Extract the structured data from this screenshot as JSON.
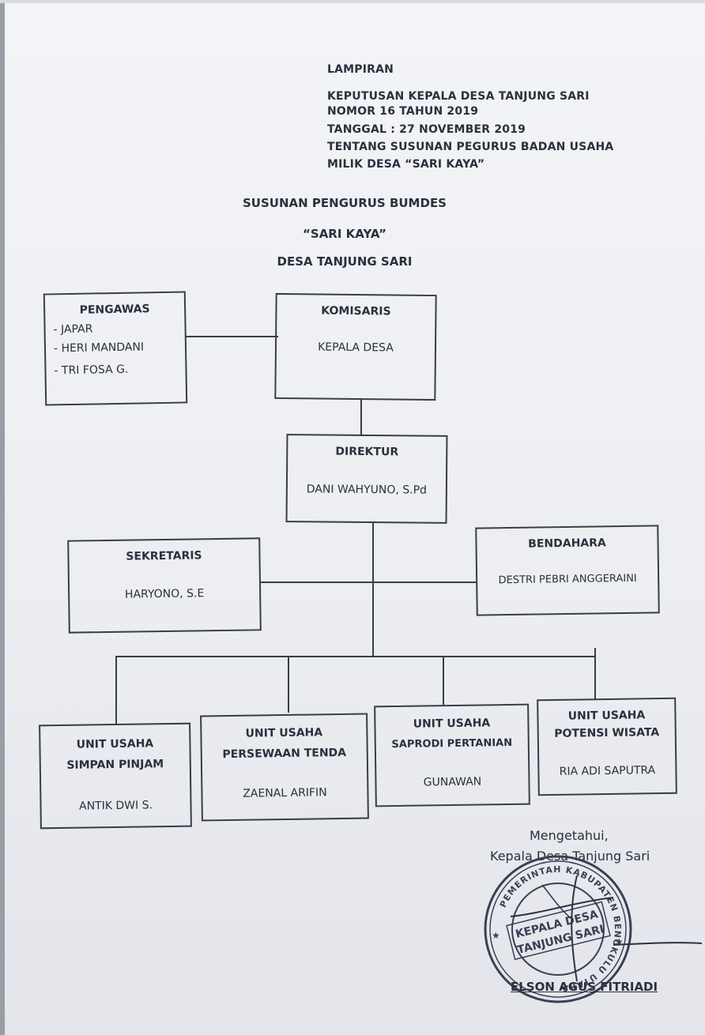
{
  "header": {
    "lines": [
      "LAMPIRAN",
      "KEPUTUSAN KEPALA DESA TANJUNG SARI",
      "NOMOR  16 TAHUN 2019",
      "TANGGAL : 27 NOVEMBER 2019",
      "TENTANG SUSUNAN PEGURUS BADAN USAHA",
      "MILIK DESA “SARI KAYA”"
    ]
  },
  "title": {
    "line1": "SUSUNAN PENGURUS BUMDES",
    "line2": "“SARI KAYA”",
    "line3": "DESA TANJUNG SARI"
  },
  "org": {
    "pengawas": {
      "title": "PENGAWAS",
      "members": [
        "-  JAPAR",
        "-  HERI MANDANI",
        "-  TRI FOSA G."
      ]
    },
    "komisaris": {
      "title": "KOMISARIS",
      "name": "KEPALA DESA"
    },
    "direktur": {
      "title": "DIREKTUR",
      "name": "DANI WAHYUNO, S.Pd"
    },
    "sekretaris": {
      "title": "SEKRETARIS",
      "name": "HARYONO, S.E"
    },
    "bendahara": {
      "title": "BENDAHARA",
      "name": "DESTRI PEBRI ANGGERAINI"
    },
    "units": [
      {
        "title1": "UNIT USAHA",
        "title2": "SIMPAN PINJAM",
        "name": "ANTIK DWI S."
      },
      {
        "title1": "UNIT USAHA",
        "title2": "PERSEWAAN TENDA",
        "name": "ZAENAL ARIFIN"
      },
      {
        "title1": "UNIT USAHA",
        "title2": "SAPRODI PERTANIAN",
        "name": "GUNAWAN"
      },
      {
        "title1": "UNIT USAHA",
        "title2": "POTENSI WISATA",
        "name": "RIA ADI SAPUTRA"
      }
    ]
  },
  "signature": {
    "acknowledged": "Mengetahui,",
    "position": "Kepala Desa Tanjung Sari",
    "name": "ELSON AGUS FITRIADI",
    "stamp_ring_text": "PEMERINTAH KABUPATEN BENGKULU UTARA",
    "stamp_center_line1": "KEPALA DESA",
    "stamp_center_line2": "TANJUNG SARI"
  },
  "colors": {
    "ink": "#2c2f3d",
    "stamp": "#3b3f55",
    "paper": "#eef0f3"
  }
}
